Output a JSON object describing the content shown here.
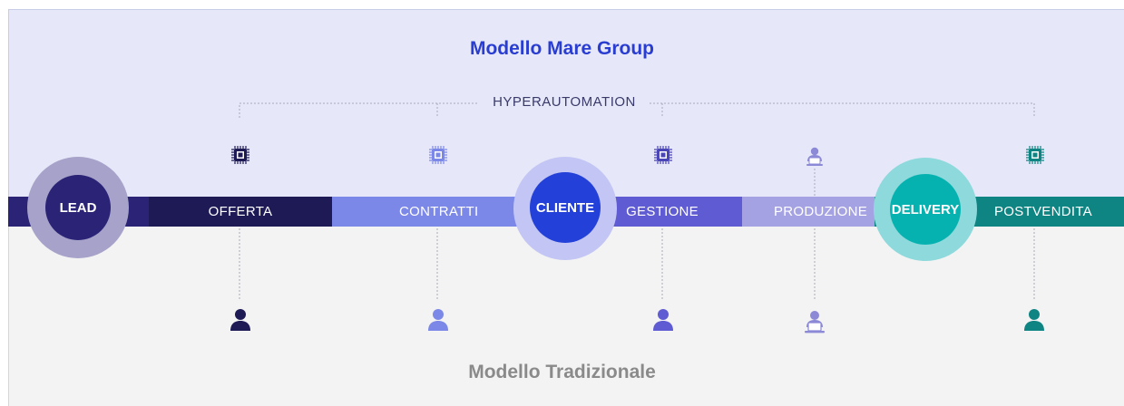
{
  "titles": {
    "top": "Modello Mare Group",
    "bottom": "Modello Tradizionale"
  },
  "hyperautomation": {
    "label": "HYPERAUTOMATION"
  },
  "stages": [
    {
      "label": "OFFERTA",
      "color": "#1e1a56"
    },
    {
      "label": "CONTRATTI",
      "color": "#7c88e8"
    },
    {
      "label": "GESTIONE",
      "color": "#5f5bd3"
    },
    {
      "label": "PRODUZIONE",
      "color": "#a5a2e4"
    },
    {
      "label": "POSTVENDITA",
      "color": "#0e8583"
    }
  ],
  "milestones": [
    {
      "label": "LEAD",
      "core_color": "#2a2376",
      "halo_color": "#a7a2c9"
    },
    {
      "label": "CLIENTE",
      "core_color": "#2340d8",
      "halo_color": "#c3c6f4"
    },
    {
      "label": "DELIVERY",
      "core_color": "#06b2b0",
      "halo_color": "#8ed9dc"
    }
  ],
  "icons": {
    "top": [
      "chip-icon",
      "chip-icon",
      "chip-icon",
      "user-laptop-icon",
      "chip-icon"
    ],
    "bottom": [
      "person-icon",
      "person-icon",
      "person-icon",
      "user-laptop-icon",
      "person-icon"
    ]
  },
  "colors": {
    "title_top": "#2a3dd1",
    "title_bottom": "#8a8a8a",
    "hyper_text": "#3a3a6a",
    "lead_band": "#2a2376"
  }
}
